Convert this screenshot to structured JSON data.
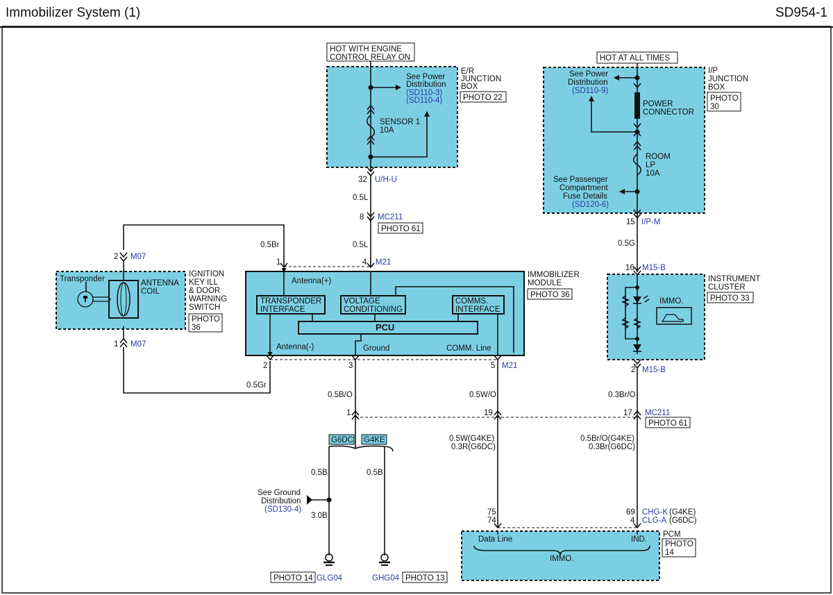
{
  "header": {
    "title": "Immobilizer System (1)",
    "code": "SD954-1"
  },
  "er_box": {
    "hot_l1": "HOT WITH ENGINE",
    "hot_l2": "CONTROL RELAY ON",
    "name_l1": "E/R",
    "name_l2": "JUNCTION",
    "name_l3": "BOX",
    "photo": "PHOTO 22",
    "see_l1": "See Power",
    "see_l2": "Distribution",
    "ref1": "(SD110-3)",
    "ref2": "(SD110-4)",
    "fuse_l1": "SENSOR 1",
    "fuse_l2": "10A",
    "pin": "32",
    "conn": "U/H-U"
  },
  "ip_box": {
    "hot": "HOT AT ALL TIMES",
    "name_l1": "I/P",
    "name_l2": "JUNCTION",
    "name_l3": "BOX",
    "photo_l1": "PHOTO",
    "photo_l2": "30",
    "see_l1": "See Power",
    "see_l2": "Distribution",
    "ref": "(SD110-9)",
    "pc_l1": "POWER",
    "pc_l2": "CONNECTOR",
    "fuse_l1": "ROOM",
    "fuse_l2": "LP",
    "fuse_l3": "10A",
    "pass_l1": "See Passenger",
    "pass_l2": "Compartment",
    "pass_l3": "Fuse Details",
    "pass_ref": "(SD120-6)",
    "pin": "15",
    "conn": "I/P-M"
  },
  "wires": {
    "w05L_a": "0.5L",
    "w05L_b": "0.5L",
    "mc211_pin": "8",
    "mc211": "MC211",
    "mc211_photo": "PHOTO 61",
    "w05Br": "0.5Br",
    "w05Gr": "0.5Gr",
    "w05G": "0.5G",
    "w05BO": "0.5B/O",
    "w05WO": "0.5W/O",
    "w03BrO": "0.3Br/O",
    "j_pin1": "1",
    "j_pin19": "19",
    "j_pin17": "17",
    "j_conn": "MC211",
    "j_photo": "PHOTO 61",
    "g6dc": "G6DC",
    "g4ke": "G4KE",
    "w05B_a": "0.5B",
    "w05B_b": "0.5B",
    "w30B": "3.0B",
    "w05W_g4ke": "0.5W(G4KE)",
    "w03R_g6dc": "0.3R(G6DC)",
    "w05BrO_g4ke": "0.5Br/O(G4KE)",
    "w03Br_g6dc": "0.3Br(G6DC)"
  },
  "ground": {
    "see_l1": "See Ground",
    "see_l2": "Distribution",
    "ref": "(SD130-4)",
    "photo_a": "PHOTO 14",
    "glg": "GLG04",
    "ghg": "GHG04",
    "photo_b": "PHOTO 13"
  },
  "ignition": {
    "transponder": "Transponder",
    "coil_l1": "ANTENNA",
    "coil_l2": "COIL",
    "name_l1": "IGNITION",
    "name_l2": "KEY ILL",
    "name_l3": "& DOOR",
    "name_l4": "WARNING",
    "name_l5": "SWITCH",
    "photo_l1": "PHOTO",
    "photo_l2": "36",
    "pin_top": "2",
    "pin_bot": "1",
    "conn_top": "M07",
    "conn_bot": "M07"
  },
  "module": {
    "name_l1": "IMMOBILIZER",
    "name_l2": "MODULE",
    "photo": "PHOTO 36",
    "pin1": "1",
    "pin4": "4",
    "conn_top": "M21",
    "pin2": "2",
    "pin3": "3",
    "pin5": "5",
    "conn_bot": "M21",
    "ant_plus": "Antenna(+)",
    "ant_minus": "Antenna(-)",
    "ground": "Ground",
    "comm": "COMM. Line",
    "ti_l1": "TRANSPONDER",
    "ti_l2": "INTERFACE",
    "vc_l1": "VOLTAGE",
    "vc_l2": "CONDITIONING",
    "ci_l1": "COMMS.",
    "ci_l2": "INTERFACE",
    "pcu": "PCU"
  },
  "cluster": {
    "pin_top": "16",
    "conn_top": "M15-B",
    "pin_bot": "2",
    "conn_bot": "M15-B",
    "name_l1": "INSTRUMENT",
    "name_l2": "CLUSTER",
    "photo": "PHOTO 33",
    "immo": "IMMO."
  },
  "pcm": {
    "pin75": "75",
    "pin74": "74",
    "pin69": "69",
    "pin4": "4",
    "chg": "CHG-K",
    "chg_note": "(G4KE)",
    "clg": "CLG-A",
    "clg_note": "(G6DC)",
    "name": "PCM",
    "photo_l1": "PHOTO",
    "photo_l2": "14",
    "data_line": "Data Line",
    "ind": "IND.",
    "immo": "IMMO."
  }
}
